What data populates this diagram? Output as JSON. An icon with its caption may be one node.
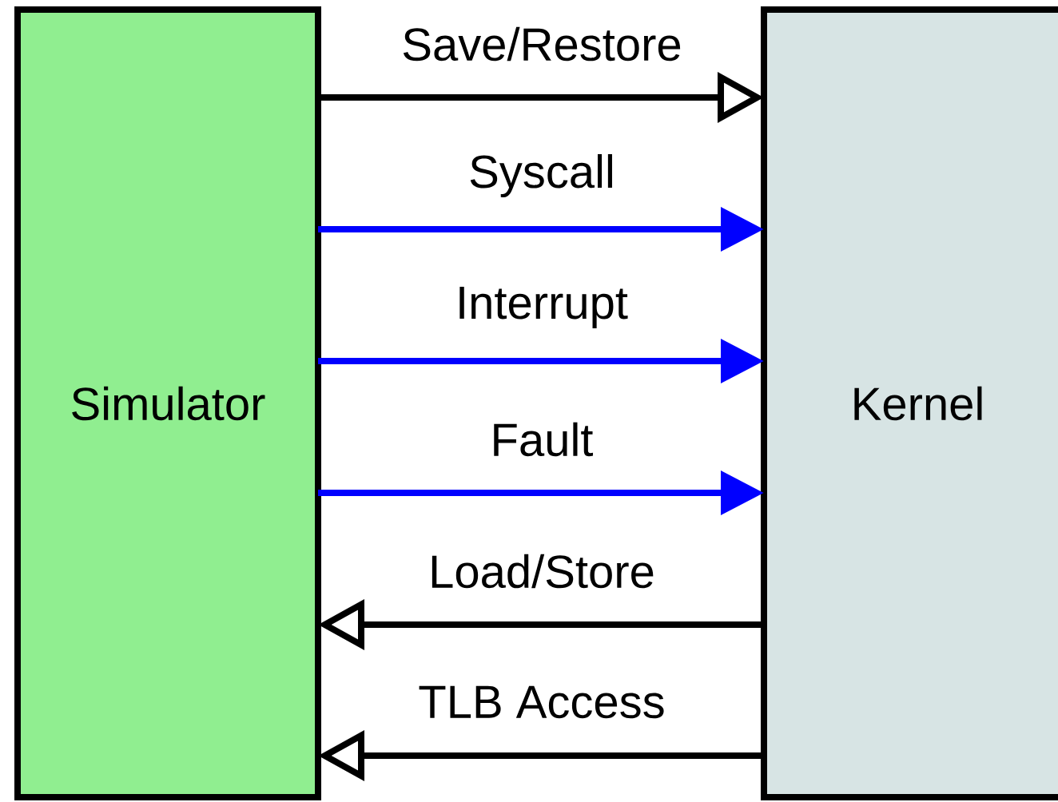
{
  "diagram": {
    "nodes": [
      {
        "text": [
          "Simulator"
        ]
      },
      {
        "text": [
          "Kernel"
        ]
      }
    ],
    "edges": [
      {
        "from": 0,
        "to": 1,
        "arrow": "to",
        "label": "Save/Restore"
      },
      {
        "from": 0,
        "to": 1,
        "arrow": "to",
        "label": "Syscall",
        "color": "#0000ff"
      },
      {
        "from": 0,
        "to": 1,
        "arrow": "to",
        "label": "Interrupt",
        "color": "#0000ff"
      },
      {
        "from": 0,
        "to": 1,
        "arrow": "to",
        "label": "Fault",
        "color": "#0000ff"
      },
      {
        "from": 1,
        "to": 0,
        "arrow": "to",
        "label": "Load/Store"
      },
      {
        "from": 1,
        "to": 0,
        "arrow": "to",
        "label": "TLB Access"
      }
    ]
  }
}
